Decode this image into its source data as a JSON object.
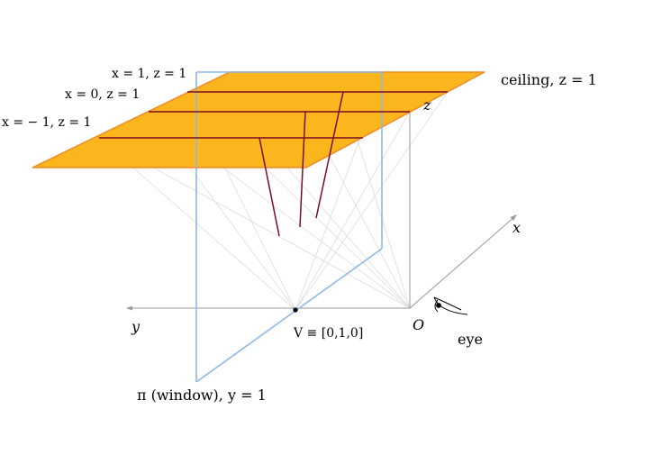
{
  "labels": {
    "line_x1": "x = 1, z = 1",
    "line_x0": "x = 0, z = 1",
    "line_xm1": "x = − 1, z = 1",
    "ceiling": "ceiling, z = 1",
    "axis_z": "z",
    "axis_x": "x",
    "axis_y": "y",
    "origin": "O",
    "eye": "eye",
    "vanishing_point": "V ≡ [0,1,0]",
    "window": "π (window), y = 1"
  },
  "colors": {
    "ceiling_fill": "#fcb61d",
    "ceiling_edge": "#f08a2a",
    "ceiling_lines": "#7a0c22",
    "window_edge": "#8bb8e8",
    "axes": "#9a9a9a",
    "rays": "#d9d9d9"
  }
}
